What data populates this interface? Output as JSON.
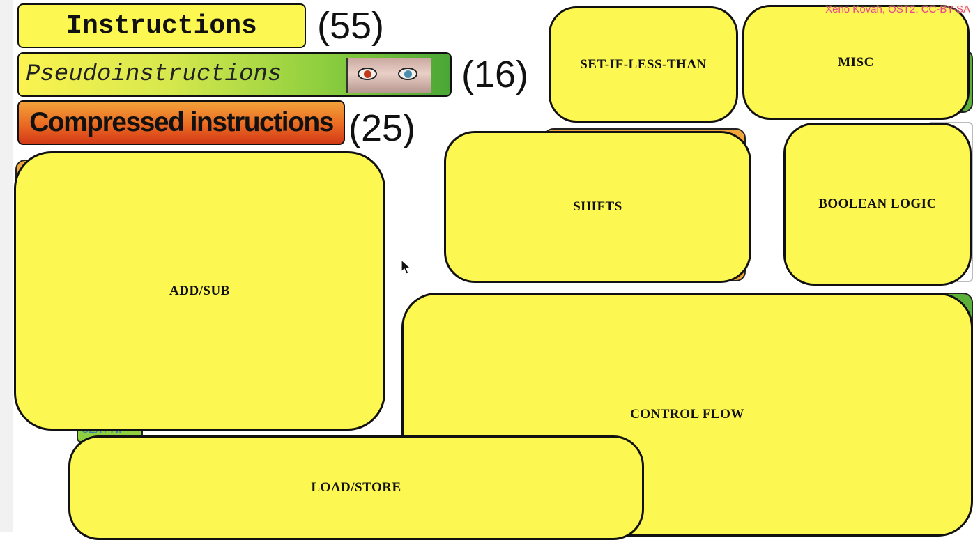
{
  "watermark": "Xeno Kovah, OST2, CC-BY-SA",
  "legend": {
    "instructions": {
      "label": "Instructions",
      "count": "(55)"
    },
    "pseudoinstructions": {
      "label": "Pseudoinstructions",
      "count": "(16)"
    },
    "compressed": {
      "label": "Compressed instructions",
      "count": "(25)"
    }
  },
  "categories": {
    "add_sub": "ADD/SUB",
    "set_if_less_than": "SET-IF-LESS-THAN",
    "misc": "MISC",
    "shifts": "SHIFTS",
    "boolean_logic": "BOOLEAN LOGIC",
    "control_flow": "CONTROL FLOW",
    "load_store": "LOAD/STORE"
  },
  "partially_hidden_text": "SEXT.W",
  "colors": {
    "card_fill": "#fdf751",
    "pseudo_green": "#4aa635",
    "compressed_orange": "#ea6a22",
    "shadow_orange": "#f0a53a",
    "watermark": "#e64a8a"
  },
  "icons": {
    "pseudoinstructions_image": "eyes-image",
    "pointer": "mouse-cursor-icon"
  }
}
